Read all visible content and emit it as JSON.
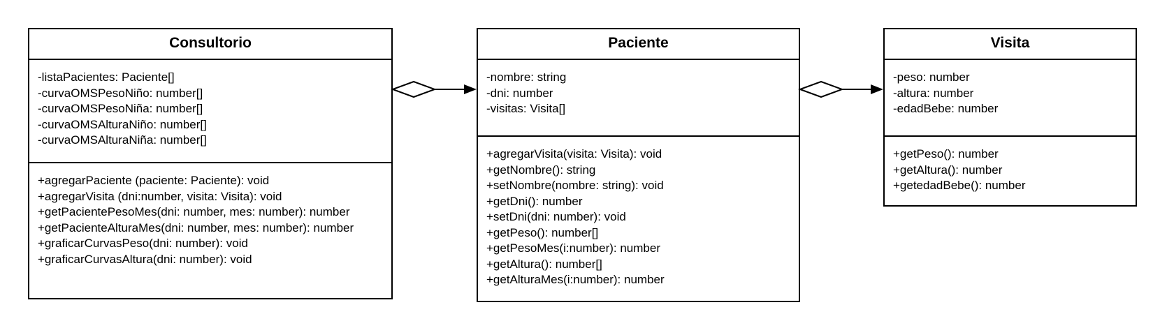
{
  "classes": {
    "consultorio": {
      "name": "Consultorio",
      "attributes": [
        "-listaPacientes: Paciente[]",
        "-curvaOMSPesoNiño: number[]",
        "-curvaOMSPesoNiña: number[]",
        "-curvaOMSAlturaNiño: number[]",
        "-curvaOMSAlturaNiña: number[]"
      ],
      "methods": [
        "+agregarPaciente (paciente: Paciente): void",
        "+agregarVisita (dni:number, visita: Visita): void",
        "+getPacientePesoMes(dni: number, mes: number): number",
        "+getPacienteAlturaMes(dni: number, mes: number): number",
        "+graficarCurvasPeso(dni: number): void",
        "+graficarCurvasAltura(dni: number): void"
      ]
    },
    "paciente": {
      "name": "Paciente",
      "attributes": [
        "-nombre: string",
        "-dni: number",
        "-visitas: Visita[]"
      ],
      "methods": [
        "+agregarVisita(visita: Visita): void",
        "+getNombre(): string",
        "+setNombre(nombre: string): void",
        "+getDni(): number",
        "+setDni(dni: number): void",
        "+getPeso(): number[]",
        "+getPesoMes(i:number): number",
        "+getAltura(): number[]",
        "+getAlturaMes(i:number): number"
      ]
    },
    "visita": {
      "name": "Visita",
      "attributes": [
        "-peso: number",
        "-altura: number",
        "-edadBebe: number"
      ],
      "methods": [
        "+getPeso(): number",
        "+getAltura(): number",
        "+getedadBebe(): number"
      ]
    }
  },
  "relations": [
    {
      "from": "Consultorio",
      "to": "Paciente",
      "type": "aggregation",
      "navigable": true
    },
    {
      "from": "Paciente",
      "to": "Visita",
      "type": "aggregation",
      "navigable": true
    }
  ]
}
